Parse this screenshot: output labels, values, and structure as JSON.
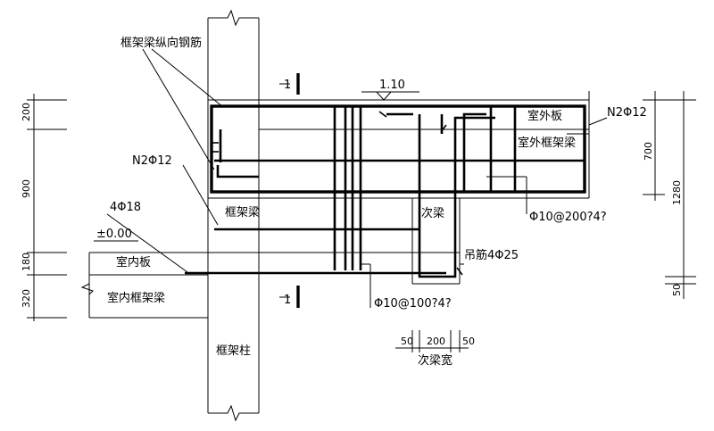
{
  "labels": {
    "frame_beam_long_rebar": "框架梁纵向钢筋",
    "section_mark_top": "1",
    "section_mark_bottom": "1",
    "slope": "1.10",
    "outdoor_slab": "室外板",
    "outdoor_frame_beam": "室外框架梁",
    "n2phi12_right": "N2Φ12",
    "n2phi12_left": "N2Φ12",
    "four_phi18": "4Φ18",
    "elev_zero": "±0.00",
    "indoor_slab": "室内板",
    "frame_beam": "框架梁",
    "secondary_beam": "次梁",
    "hanger_bar": "吊筋4Φ25",
    "stirrup_200": "Φ10@200?4?",
    "stirrup_100": "Φ10@100?4?",
    "indoor_frame_beam": "室内框架梁",
    "frame_column": "框架柱",
    "secondary_beam_width": "次梁宽"
  },
  "dims_left": [
    "200",
    "900",
    "180",
    "320"
  ],
  "dims_right": [
    "700",
    "1280",
    "50"
  ],
  "dims_bottom": [
    "50",
    "200",
    "50"
  ]
}
